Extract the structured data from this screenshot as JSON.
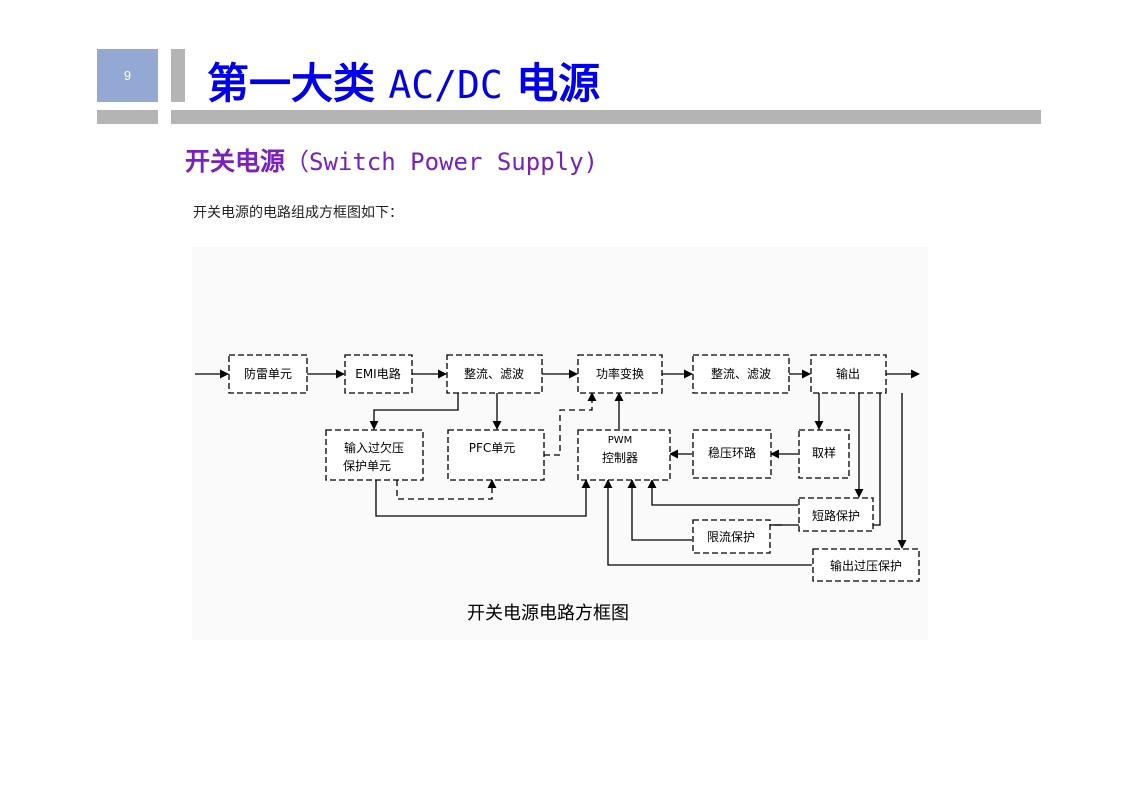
{
  "slide": {
    "number": "9"
  },
  "title": {
    "cn_part1": "第一大类",
    "latin": "AC/DC",
    "cn_part2": "电源"
  },
  "subtitle": {
    "cn": "开关电源",
    "latin": "（Switch Power Supply)"
  },
  "intro": "开关电源的电路组成方框图如下：",
  "diagram": {
    "blocks": {
      "lightning": "防雷单元",
      "emi": "EMI电路",
      "rect1": "整流、滤波",
      "power": "功率变换",
      "rect2": "整流、滤波",
      "output": "输出",
      "input_protect_l1": "输入过欠压",
      "input_protect_l2": "保护单元",
      "pfc": "PFC单元",
      "pwm_l1": "PWM",
      "pwm_l2": "控制器",
      "regulation": "稳压环路",
      "sampling": "取样",
      "short_protect": "短路保护",
      "current_limit": "限流保护",
      "overvoltage": "输出过压保护"
    },
    "caption": "开关电源电路方框图"
  }
}
